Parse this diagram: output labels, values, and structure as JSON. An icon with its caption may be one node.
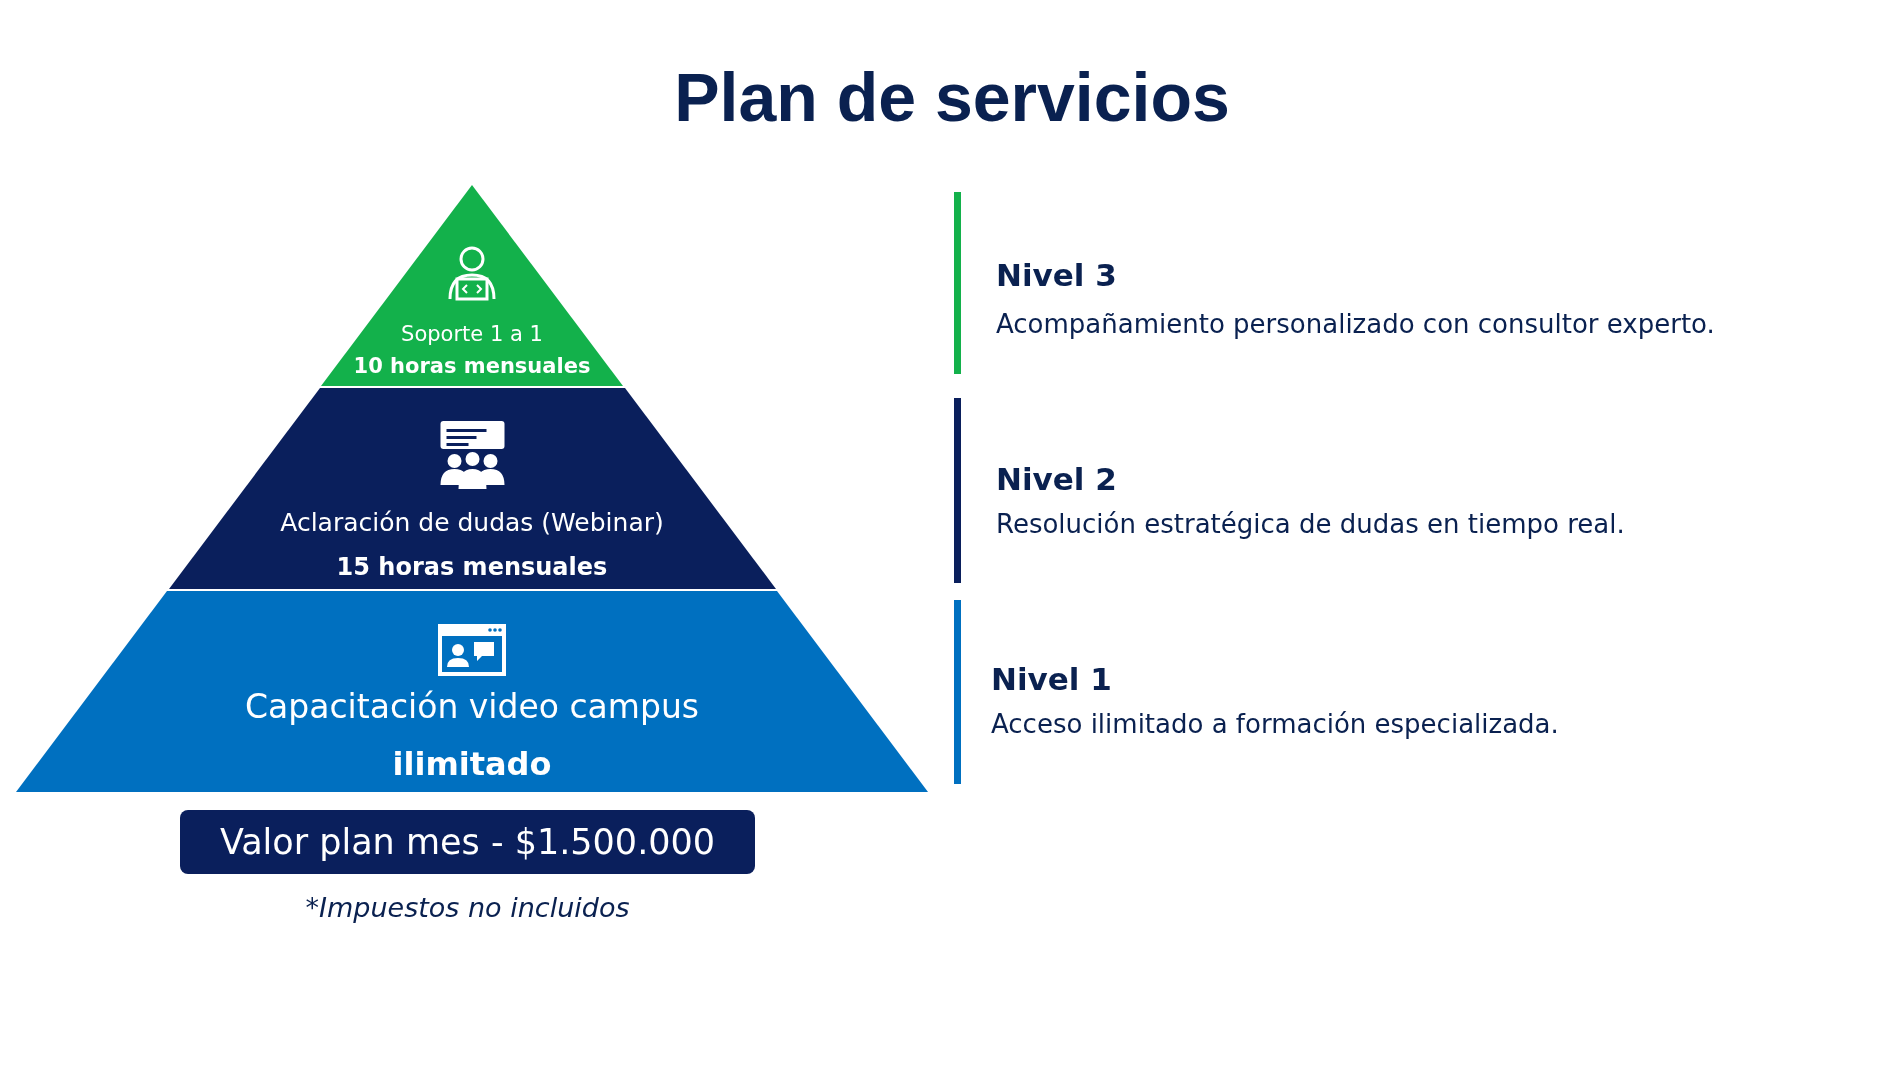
{
  "diagram": {
    "title": "Plan de servicios",
    "nodes": [
      {
        "text": [
          "Soporte 1 a 1",
          "10 horas mensuales"
        ]
      },
      {
        "text": [
          "Aclaración de dudas (Webinar)",
          "15 horas mensuales"
        ]
      },
      {
        "text": [
          "Capacitación video campus",
          "ilimitado"
        ]
      },
      {
        "text": [
          "Valor plan mes - $1.500.000"
        ]
      },
      {
        "text": [
          "Nivel 3",
          "Acompañamiento personalizado con consultor experto."
        ]
      },
      {
        "text": [
          "Nivel 2",
          "Resolución estratégica de dudas en tiempo real."
        ]
      },
      {
        "text": [
          "Nivel 1",
          "Acceso ilimitado a formación especializada."
        ]
      }
    ],
    "labels": [
      "*Impuestos no incluidos"
    ]
  }
}
